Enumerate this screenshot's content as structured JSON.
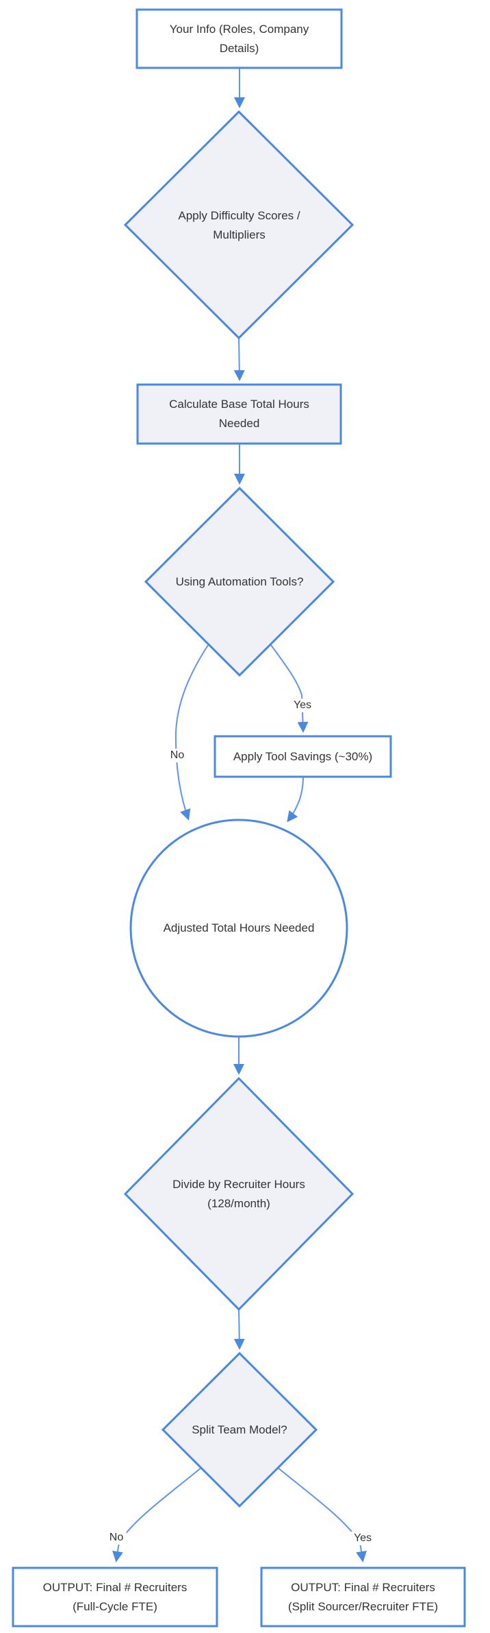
{
  "diagram": {
    "colors": {
      "node_border": "#4A89E2",
      "edge_line": "#5E95E8",
      "arrow_fill": "#4A89E2",
      "shaded_fill": "#F0F1F6",
      "node_fill": "#FFFFFF",
      "text": "#333333",
      "background": "#FFFFFF"
    },
    "nodes": {
      "your_info": {
        "type": "rectangle",
        "lines": [
          "Your Info (Roles, Company",
          "Details)"
        ]
      },
      "difficulty": {
        "type": "diamond",
        "lines": [
          "Apply Difficulty Scores /",
          "Multipliers"
        ]
      },
      "base_hours": {
        "type": "rectangle",
        "lines": [
          "Calculate Base Total Hours",
          "Needed"
        ]
      },
      "automation": {
        "type": "diamond",
        "lines": [
          "Using Automation Tools?"
        ]
      },
      "tool_savings": {
        "type": "rectangle",
        "lines": [
          "Apply Tool Savings (~30%)"
        ]
      },
      "adjusted_hours": {
        "type": "circle",
        "lines": [
          "Adjusted Total Hours Needed"
        ]
      },
      "divide_hours": {
        "type": "diamond",
        "lines": [
          "Divide by Recruiter Hours",
          "(128/month)"
        ]
      },
      "split_model": {
        "type": "diamond",
        "lines": [
          "Split Team Model?"
        ]
      },
      "output_full_cycle": {
        "type": "rectangle",
        "lines": [
          "OUTPUT: Final # Recruiters",
          "(Full-Cycle FTE)"
        ]
      },
      "output_split": {
        "type": "rectangle",
        "lines": [
          "OUTPUT: Final # Recruiters",
          "(Split Sourcer/Recruiter FTE)"
        ]
      }
    },
    "edge_labels": {
      "automation_no": "No",
      "automation_yes": "Yes",
      "split_no": "No",
      "split_yes": "Yes"
    },
    "edges": [
      {
        "from": "your_info",
        "to": "difficulty",
        "label": ""
      },
      {
        "from": "difficulty",
        "to": "base_hours",
        "label": ""
      },
      {
        "from": "base_hours",
        "to": "automation",
        "label": ""
      },
      {
        "from": "automation",
        "to": "adjusted_hours",
        "label": "No"
      },
      {
        "from": "automation",
        "to": "tool_savings",
        "label": "Yes"
      },
      {
        "from": "tool_savings",
        "to": "adjusted_hours",
        "label": ""
      },
      {
        "from": "adjusted_hours",
        "to": "divide_hours",
        "label": ""
      },
      {
        "from": "divide_hours",
        "to": "split_model",
        "label": ""
      },
      {
        "from": "split_model",
        "to": "output_full_cycle",
        "label": "No"
      },
      {
        "from": "split_model",
        "to": "output_split",
        "label": "Yes"
      }
    ]
  }
}
